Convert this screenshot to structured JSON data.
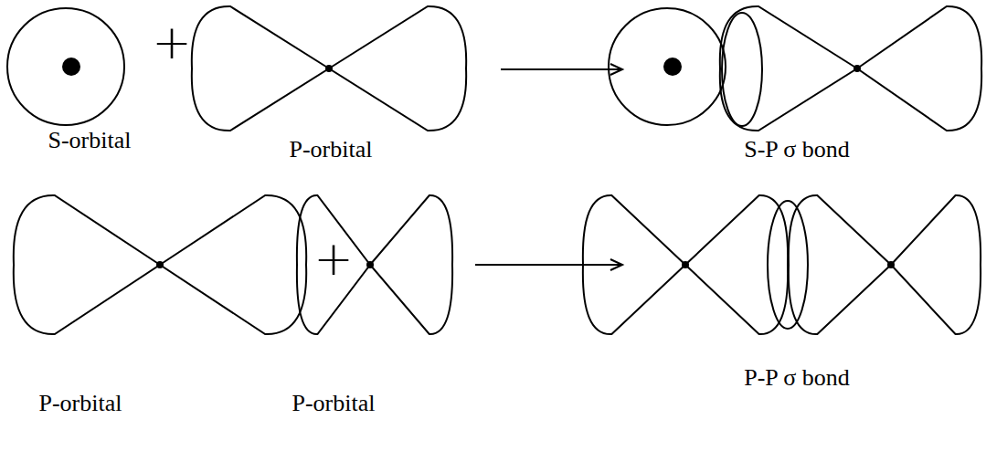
{
  "diagram": {
    "labels": [
      "S-orbital",
      "+",
      "P-orbital",
      "S-P σ bond",
      "P-orbital",
      "+",
      "P-orbital",
      "P-P σ bond"
    ]
  }
}
